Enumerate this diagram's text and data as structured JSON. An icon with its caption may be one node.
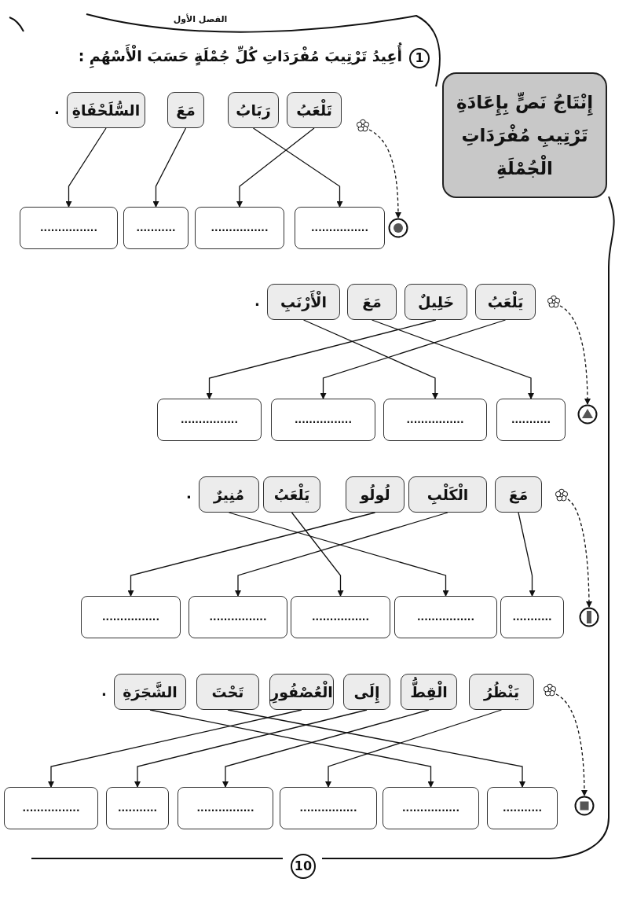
{
  "diagram": {
    "title": "أُعِيدُ تَرْتِيبَ مُفْرَدَاتِ كُلِّ جُمْلَةٍ حَسَبَ الْأَسْهُمِ :",
    "nodes": [
      {
        "text": [
          "إِنْتَاجُ نَصٍّ بِإِعَادَةِ تَرْتِيبِ مُفْرَدَاتِ الْجُمْلَةِ"
        ]
      },
      {
        "text": [],
        "shape": "picture"
      },
      {
        "text": [
          "تَلْعَبُ"
        ]
      },
      {
        "text": [
          "رَبَابُ"
        ]
      },
      {
        "text": [
          "مَعَ"
        ]
      },
      {
        "text": [
          "السُّلَحْفَاةِ"
        ],
        "beside": [
          "."
        ]
      },
      {
        "text": [],
        "shape": "circle"
      },
      {
        "text": [
          "................"
        ]
      },
      {
        "text": [
          "................"
        ]
      },
      {
        "text": [
          "..........."
        ]
      },
      {
        "text": [
          "................"
        ]
      },
      {
        "text": [],
        "shape": "picture"
      },
      {
        "text": [
          "يَلْعَبُ"
        ]
      },
      {
        "text": [
          "خَلِيلٌ"
        ]
      },
      {
        "text": [
          "مَعَ"
        ]
      },
      {
        "text": [
          "الْأَرْنَبِ"
        ],
        "beside": [
          "."
        ]
      },
      {
        "text": [],
        "shape": "circle"
      },
      {
        "text": [
          "..........."
        ]
      },
      {
        "text": [
          "................"
        ]
      },
      {
        "text": [
          "................"
        ]
      },
      {
        "text": [
          "................"
        ]
      },
      {
        "text": [],
        "shape": "picture"
      },
      {
        "text": [
          "مَعَ"
        ]
      },
      {
        "text": [
          "الْكَلْبِ"
        ]
      },
      {
        "text": [
          "لُولُو"
        ]
      },
      {
        "text": [
          "يَلْعَبُ"
        ]
      },
      {
        "text": [
          "مُنِيرٌ"
        ],
        "beside": [
          "."
        ]
      },
      {
        "text": [],
        "shape": "circle"
      },
      {
        "text": [
          "..........."
        ]
      },
      {
        "text": [
          "................"
        ]
      },
      {
        "text": [
          "................"
        ]
      },
      {
        "text": [
          "................"
        ]
      },
      {
        "text": [
          "................"
        ]
      },
      {
        "text": [],
        "shape": "picture"
      },
      {
        "text": [
          "يَنْظُرُ"
        ]
      },
      {
        "text": [
          "الْقِطُّ"
        ]
      },
      {
        "text": [
          "إِلَى"
        ]
      },
      {
        "text": [
          "الْعُصْفُورِ"
        ]
      },
      {
        "text": [
          "تَحْتَ"
        ]
      },
      {
        "text": [
          "الشَّجَرَةِ"
        ],
        "beside": [
          "."
        ]
      },
      {
        "text": [],
        "shape": "circle"
      },
      {
        "text": [
          "..........."
        ]
      },
      {
        "text": [
          "................"
        ]
      },
      {
        "text": [
          "................"
        ]
      },
      {
        "text": [
          "................"
        ]
      },
      {
        "text": [
          "..........."
        ]
      },
      {
        "text": [
          "................"
        ]
      }
    ],
    "edges": [
      {
        "from": 1,
        "to": 6,
        "arrow": "to",
        "style": "dashed"
      },
      {
        "from": 2,
        "to": 8,
        "arrow": "to"
      },
      {
        "from": 3,
        "to": 7,
        "arrow": "to"
      },
      {
        "from": 4,
        "to": 9,
        "arrow": "to"
      },
      {
        "from": 5,
        "to": 10,
        "arrow": "to"
      },
      {
        "from": 11,
        "to": 16,
        "arrow": "to",
        "style": "dashed"
      },
      {
        "from": 12,
        "to": 19,
        "arrow": "to"
      },
      {
        "from": 13,
        "to": 20,
        "arrow": "to"
      },
      {
        "from": 14,
        "to": 17,
        "arrow": "to"
      },
      {
        "from": 15,
        "to": 18,
        "arrow": "to"
      },
      {
        "from": 21,
        "to": 27,
        "arrow": "to",
        "style": "dashed"
      },
      {
        "from": 22,
        "to": 28,
        "arrow": "to"
      },
      {
        "from": 23,
        "to": 31,
        "arrow": "to"
      },
      {
        "from": 24,
        "to": 32,
        "arrow": "to"
      },
      {
        "from": 25,
        "to": 30,
        "arrow": "to"
      },
      {
        "from": 26,
        "to": 29,
        "arrow": "to"
      },
      {
        "from": 33,
        "to": 40,
        "arrow": "to",
        "style": "dashed"
      },
      {
        "from": 34,
        "to": 43,
        "arrow": "to"
      },
      {
        "from": 35,
        "to": 44,
        "arrow": "to"
      },
      {
        "from": 36,
        "to": 45,
        "arrow": "to"
      },
      {
        "from": 37,
        "to": 46,
        "arrow": "to"
      },
      {
        "from": 38,
        "to": 41,
        "arrow": "to"
      },
      {
        "from": 39,
        "to": 42,
        "arrow": "to"
      }
    ],
    "labels": [
      "الفصل الأول",
      "1",
      "10"
    ]
  }
}
